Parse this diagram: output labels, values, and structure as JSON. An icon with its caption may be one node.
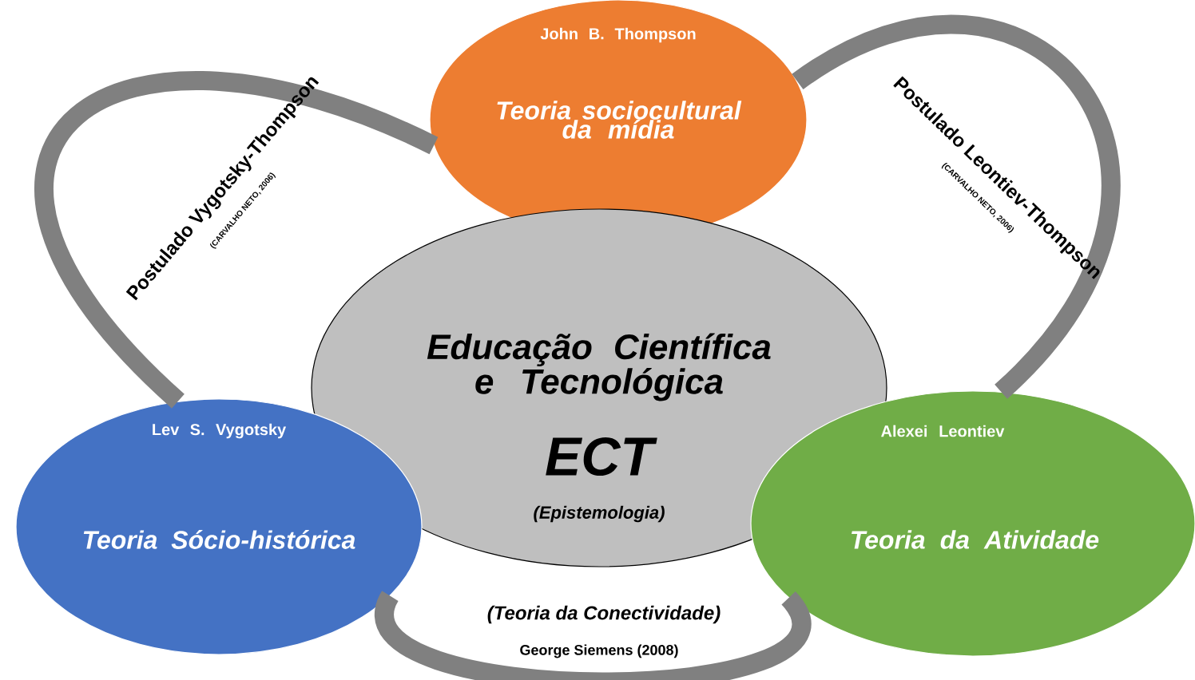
{
  "diagram": {
    "nodes": [
      {
        "text": [
          "John B. Thompson",
          "Teoria sociocultural da mídia"
        ]
      },
      {
        "text": [
          "Educação Científica e Tecnológica",
          "ECT",
          "(Epistemologia)"
        ]
      },
      {
        "text": [
          "Lev S. Vygotsky",
          "Teoria Sócio-histórica"
        ]
      },
      {
        "text": [
          "Alexei Leontiev",
          "Teoria da Atividade"
        ]
      }
    ],
    "edges": [
      {
        "from": 2,
        "to": 0,
        "arrow": "none",
        "label": "Postulado Vygotsky-Thompson"
      },
      {
        "from": 0,
        "to": 3,
        "arrow": "none",
        "label": "Postulado Leontiev-Thompson"
      },
      {
        "from": 2,
        "to": 3,
        "arrow": "none",
        "label": "(Teoria da Conectividade)"
      }
    ],
    "labels": [
      "(CARVALHO NETO, 2006)",
      "(CARVALHO NETO, 2006)",
      "George Siemens (2008)"
    ]
  }
}
